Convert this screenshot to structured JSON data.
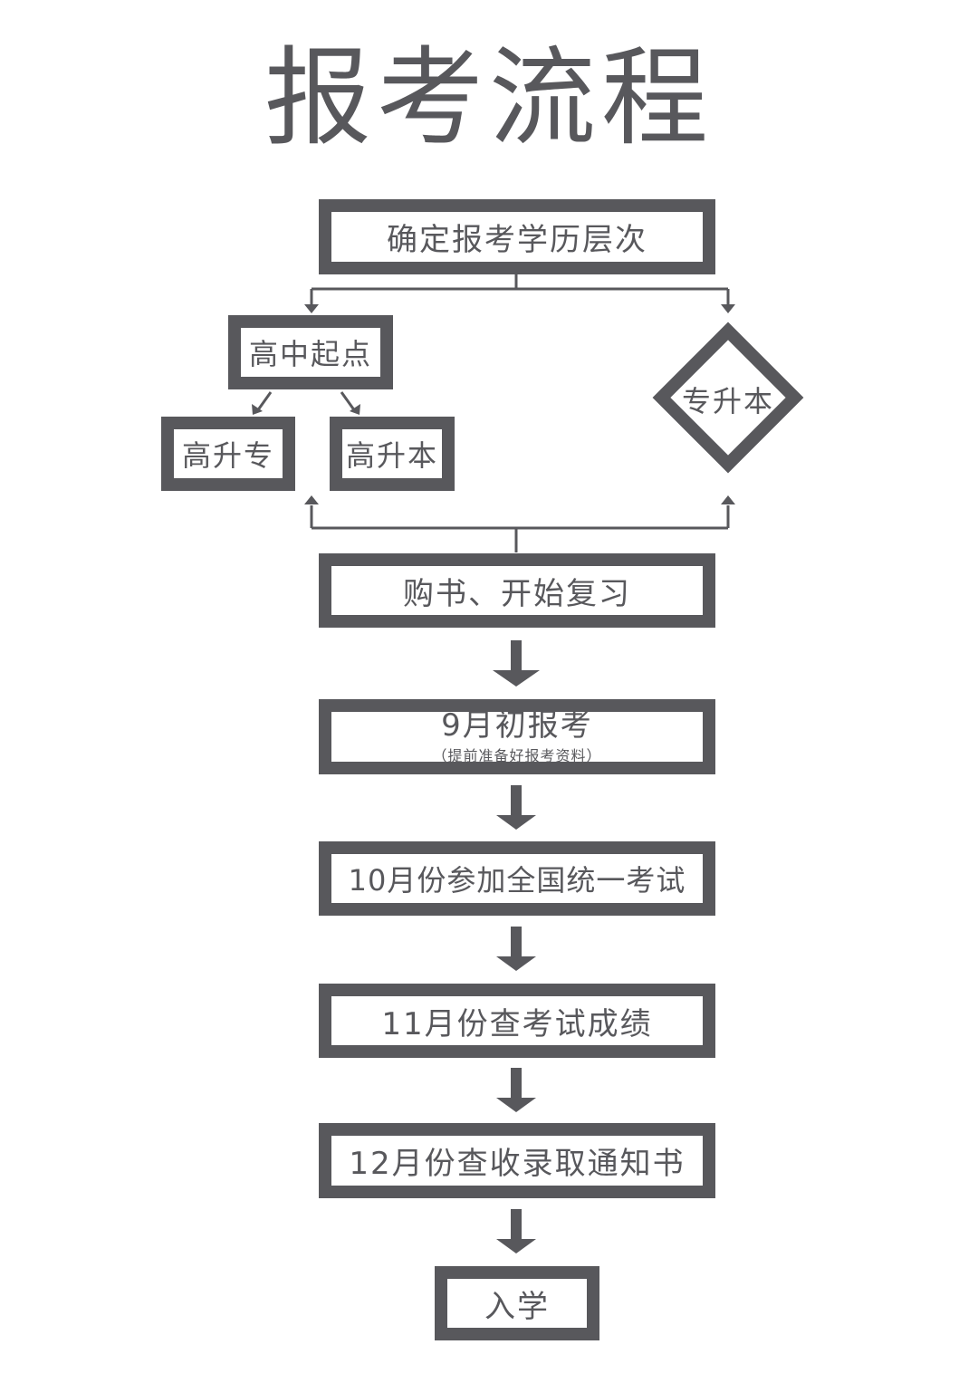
{
  "title": "报考流程",
  "nodes": {
    "determine_level": "确定报考学历层次",
    "high_school_start": "高中起点",
    "high_to_junior": "高升专",
    "high_to_bachelor": "高升本",
    "junior_to_bachelor": "专升本",
    "buy_books": "购书、开始复习",
    "september_register": "9月初报考",
    "september_note": "（提前准备好报考资料）",
    "october_exam": "10月份参加全国统一考试",
    "november_scores": "11月份查考试成绩",
    "december_admission": "12月份查收录取通知书",
    "enroll": "入学"
  },
  "colors": {
    "stroke": "#58585c",
    "background": "#ffffff"
  }
}
